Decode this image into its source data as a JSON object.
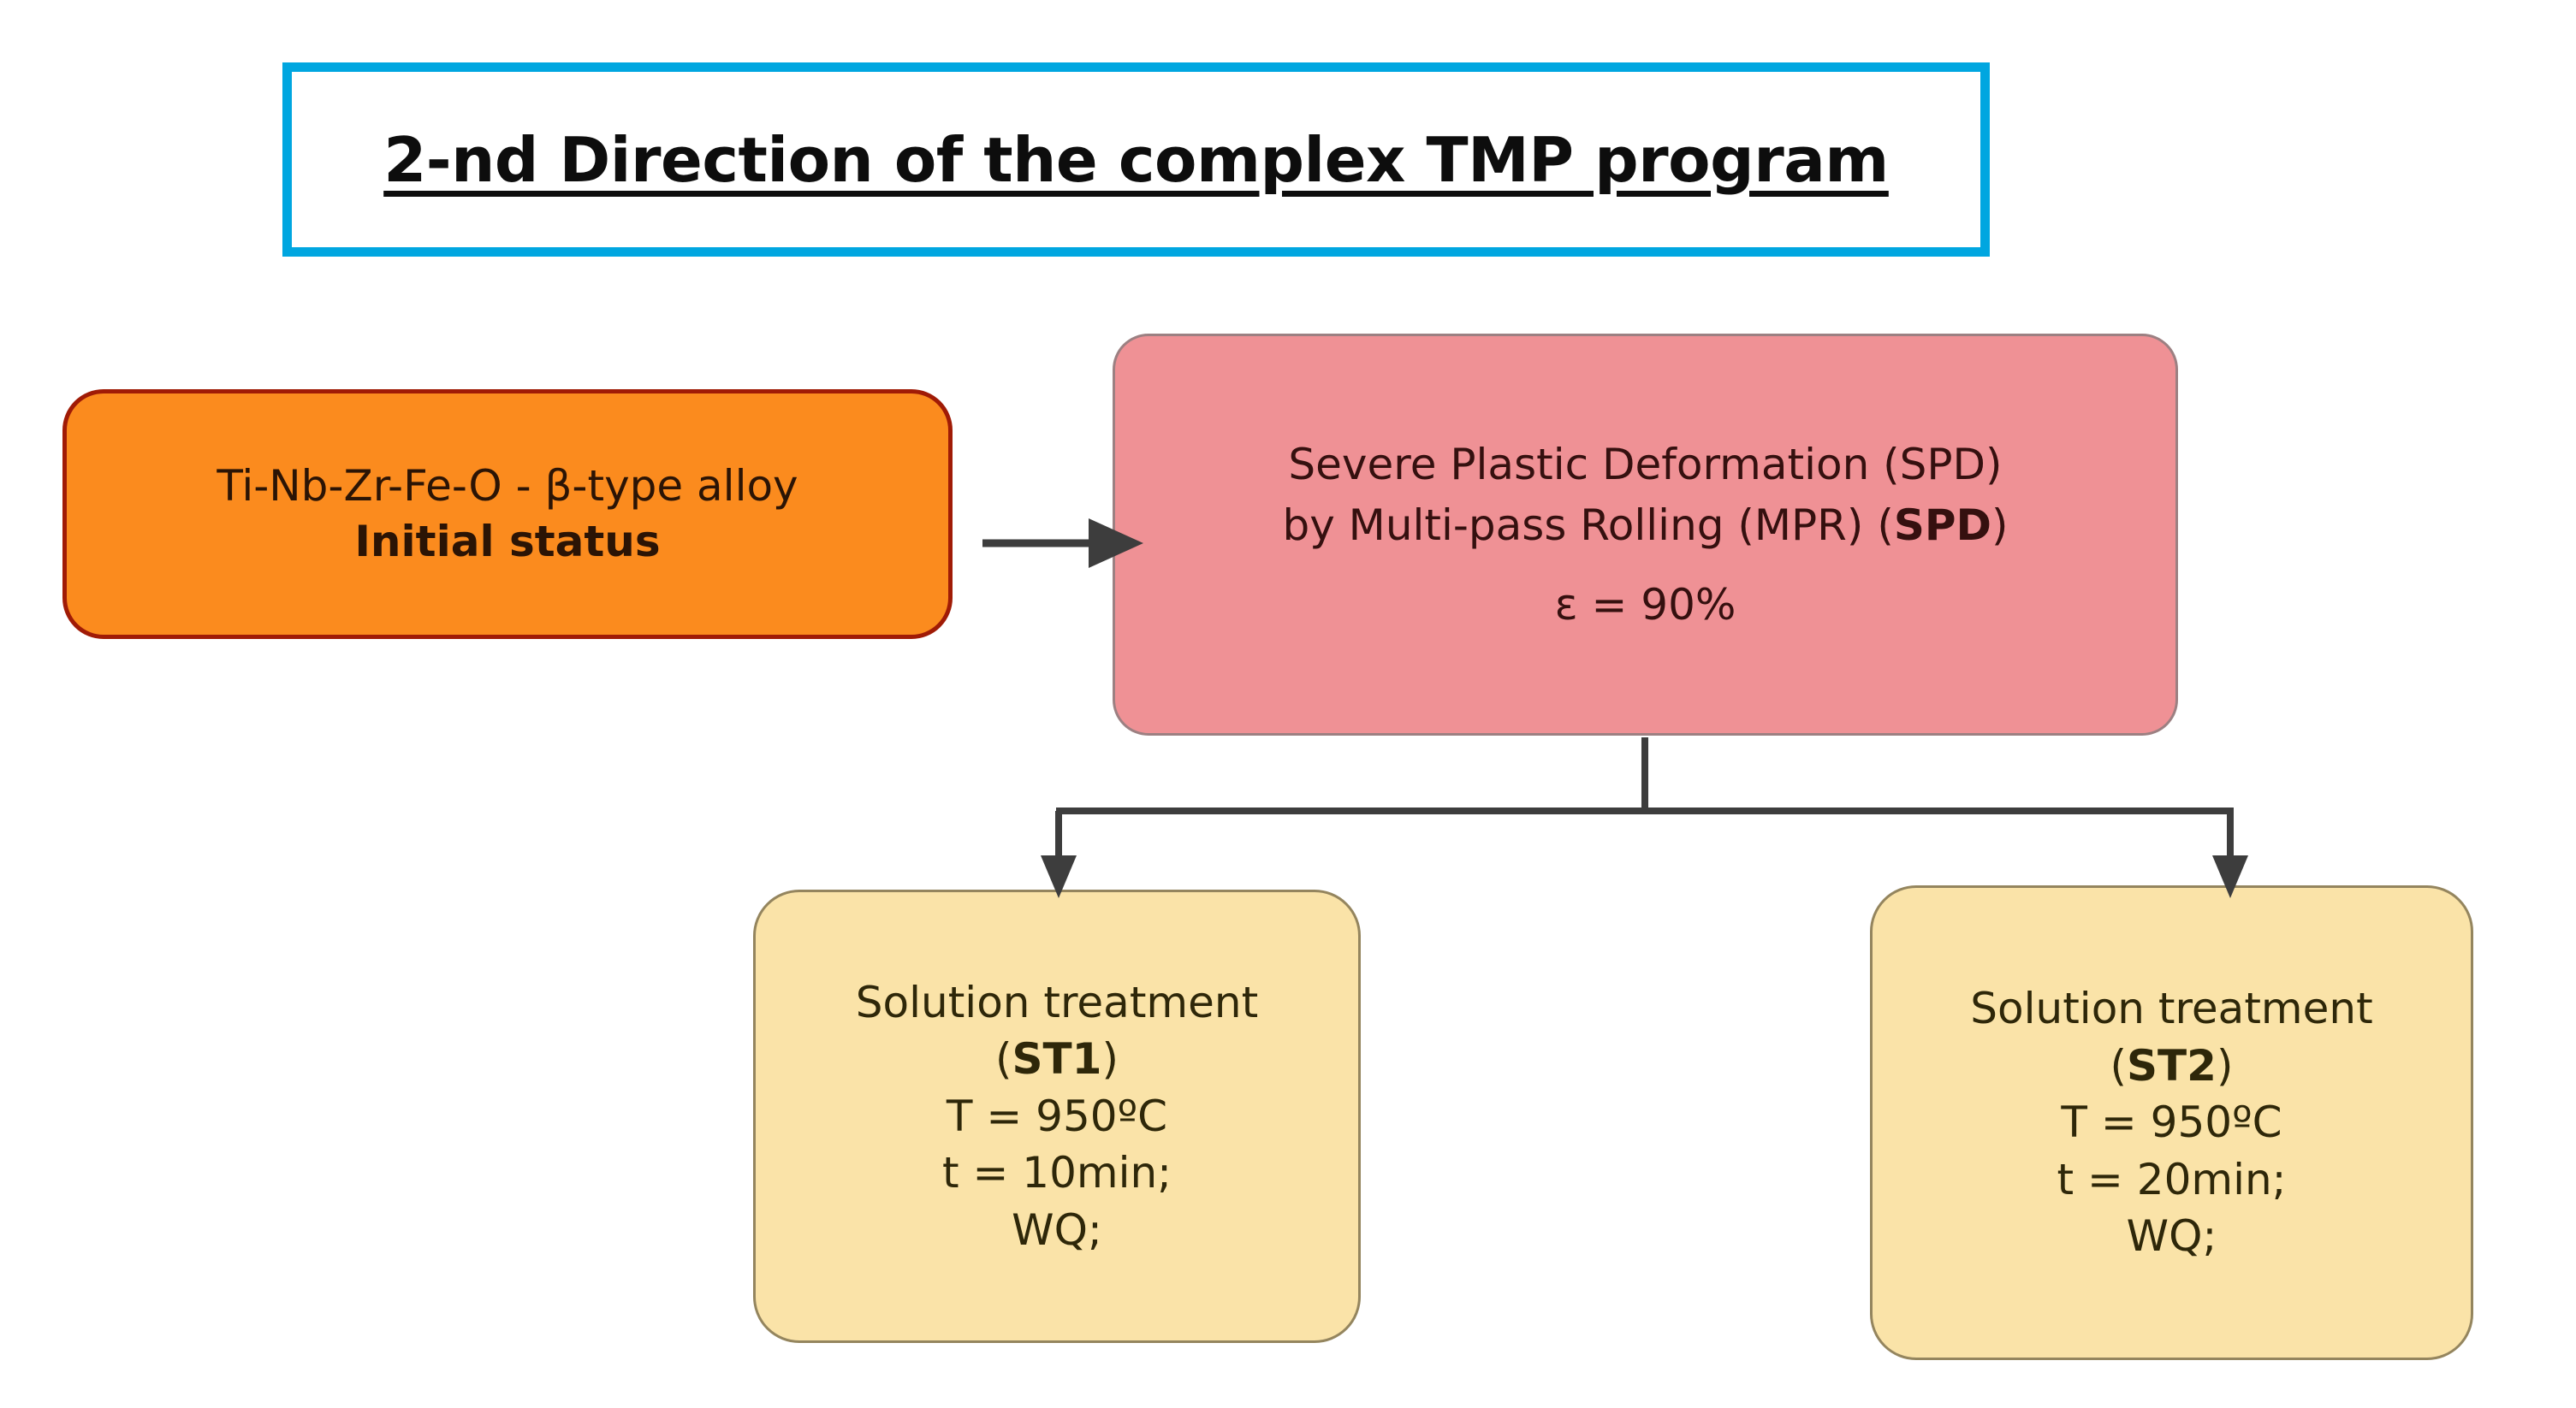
{
  "title": {
    "text": "2-nd Direction of the complex TMP program",
    "border_color": "#00A6E0"
  },
  "diagram": {
    "type": "flowchart",
    "orientation": "left-to-right then branching down",
    "nodes": [
      {
        "id": "initial",
        "role": "start",
        "fill": "#FB8B1E",
        "border": "#A01B06",
        "lines": [
          {
            "text": "Ti-Nb-Zr-Fe-O - β-type alloy",
            "bold": false
          },
          {
            "text": "Initial status",
            "bold": true
          }
        ]
      },
      {
        "id": "spd",
        "role": "process",
        "fill": "#EF9195",
        "border": "#9c8082",
        "lines": [
          {
            "text": "Severe Plastic Deformation (SPD)",
            "bold": false
          },
          {
            "text": "by Multi-pass Rolling (MPR) (",
            "bold_part": "SPD",
            "text_tail": ")"
          },
          {
            "text": "ε = 90%",
            "bold": false
          }
        ],
        "abbreviation": "SPD",
        "strain": "ε = 90%"
      },
      {
        "id": "st1",
        "role": "process",
        "fill": "#FAE3A8",
        "border": "#94855e",
        "lines": [
          {
            "text": "Solution treatment",
            "bold": false
          },
          {
            "text": "(",
            "bold_part": "ST1",
            "text_tail": ")"
          },
          {
            "text": "T = 950ºC",
            "bold": false
          },
          {
            "text": "t = 10min;",
            "bold": false
          },
          {
            "text": "WQ;",
            "bold": false
          }
        ],
        "abbreviation": "ST1",
        "temperature": "T = 950ºC",
        "time": "t = 10min;",
        "quench": "WQ;"
      },
      {
        "id": "st2",
        "role": "process",
        "fill": "#FAE3A8",
        "border": "#94855e",
        "lines": [
          {
            "text": "Solution treatment",
            "bold": false
          },
          {
            "text": "(",
            "bold_part": "ST2",
            "text_tail": ")"
          },
          {
            "text": "T = 950ºC",
            "bold": false
          },
          {
            "text": "t = 20min;",
            "bold": false
          },
          {
            "text": "WQ;",
            "bold": false
          }
        ],
        "abbreviation": "ST2",
        "temperature": "T = 950ºC",
        "time": "t = 20min;",
        "quench": "WQ;"
      }
    ],
    "edges": [
      {
        "from": "initial",
        "to": "spd",
        "style": "arrow-right",
        "color": "#3d3d3d"
      },
      {
        "from": "spd",
        "to": "st1",
        "style": "elbow-arrow-down",
        "color": "#3d3d3d"
      },
      {
        "from": "spd",
        "to": "st2",
        "style": "elbow-arrow-down",
        "color": "#3d3d3d"
      }
    ]
  },
  "node_text": {
    "initial_line1": "Ti-Nb-Zr-Fe-O - β-type alloy",
    "initial_line2": "Initial status",
    "spd_line1": "Severe Plastic Deformation (SPD)",
    "spd_line2_pre": "by Multi-pass Rolling (MPR) (",
    "spd_line2_bold": "SPD",
    "spd_line2_post": ")",
    "spd_line3": "ε = 90%",
    "st_title": "Solution treatment",
    "st1_paren_open": "(",
    "st1_code": "ST1",
    "st1_paren_close": ")",
    "st1_temp": "T = 950ºC",
    "st1_time": "t = 10min;",
    "st1_quench": "WQ;",
    "st2_paren_open": "(",
    "st2_code": "ST2",
    "st2_paren_close": ")",
    "st2_temp": "T = 950ºC",
    "st2_time": "t = 20min;",
    "st2_quench": "WQ;"
  }
}
